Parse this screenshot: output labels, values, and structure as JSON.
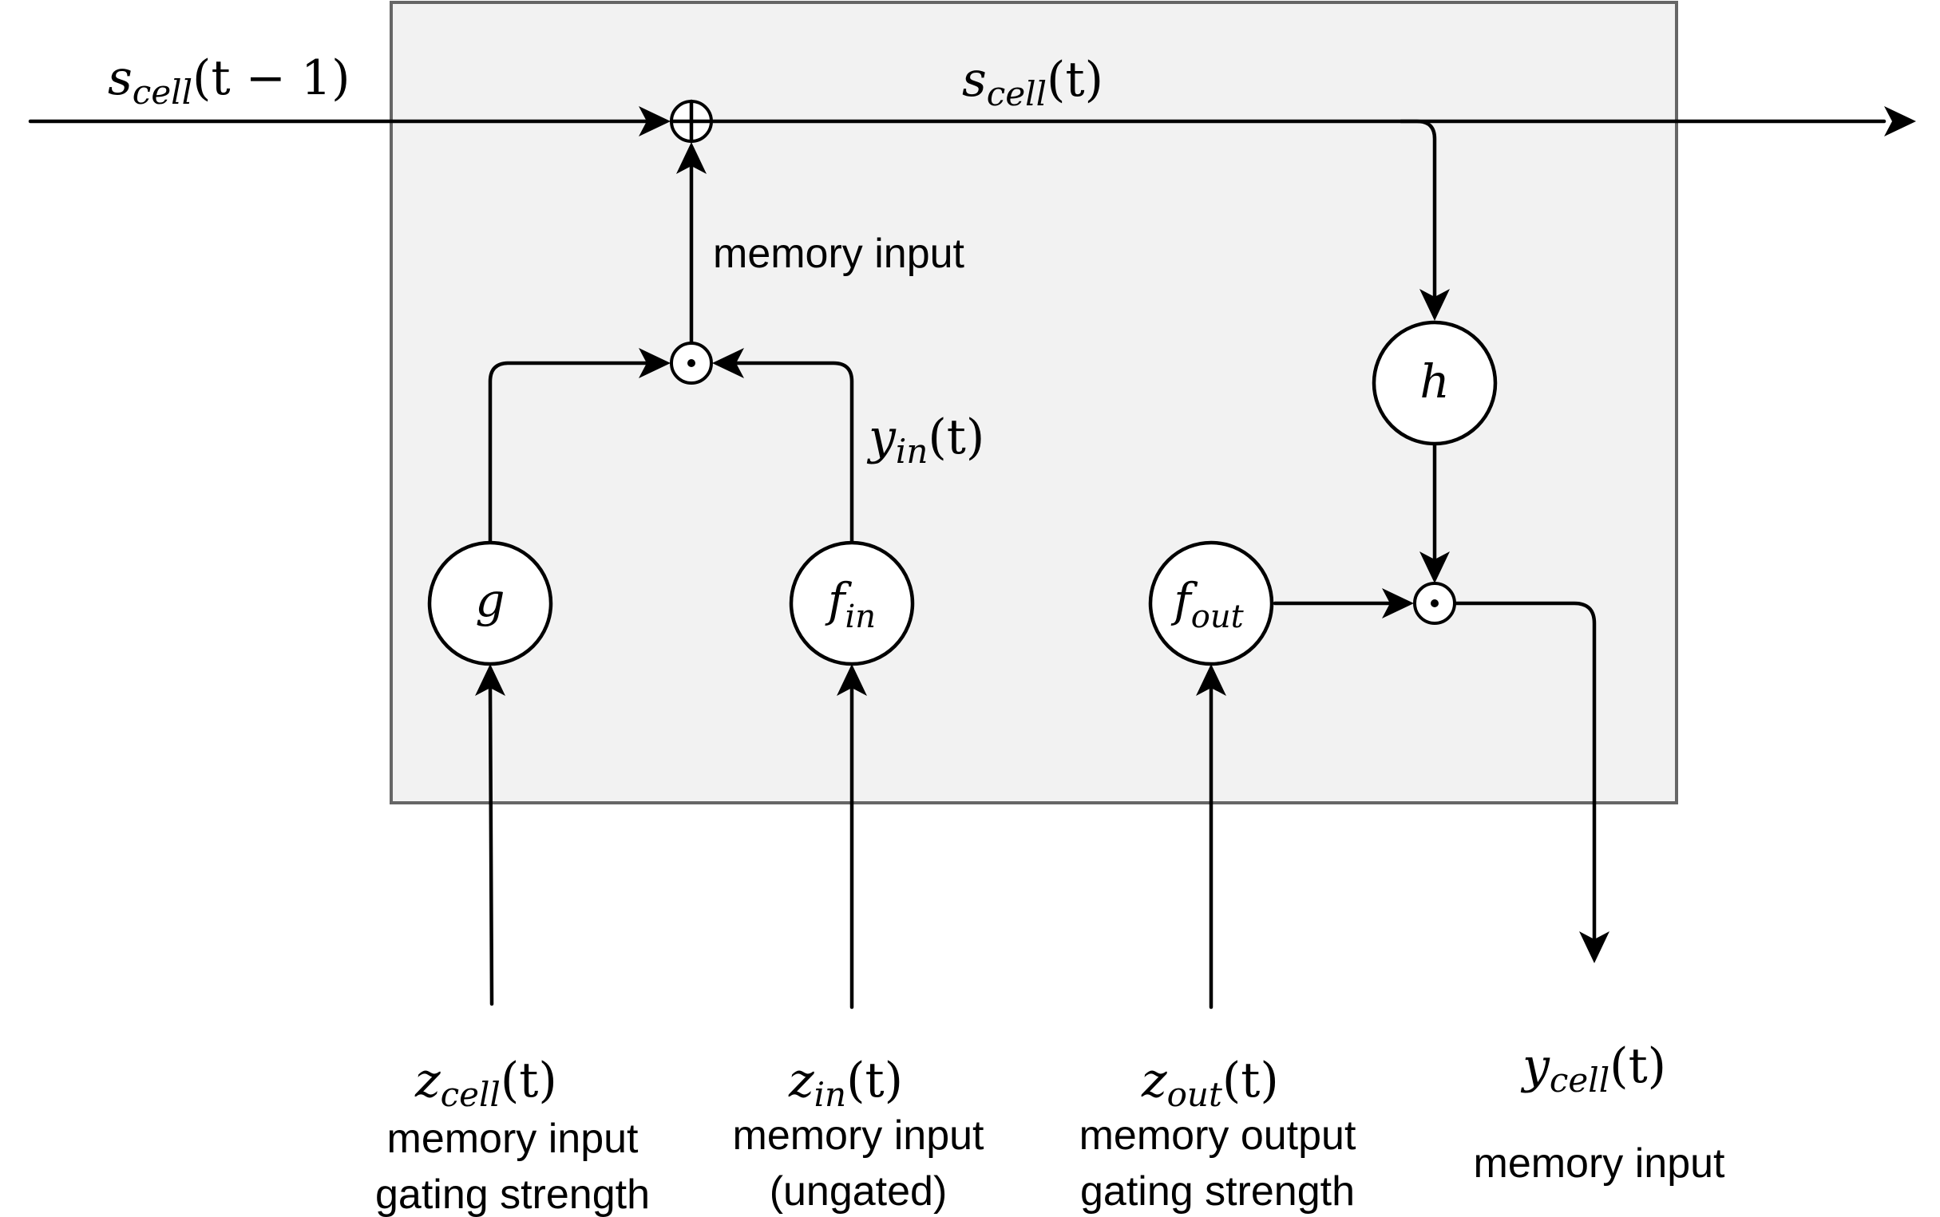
{
  "nodes": {
    "g": "g",
    "f_in": {
      "base": "f",
      "sub": "in"
    },
    "f_out": {
      "base": "f",
      "sub": "out"
    },
    "h": "h"
  },
  "operators": {
    "add": "sum-operator",
    "mul_in": "product-operator",
    "mul_out": "product-operator"
  },
  "signals": {
    "s_prev": {
      "base": "s",
      "sub": "cell",
      "arg": "(t − 1)"
    },
    "s_now": {
      "base": "s",
      "sub": "cell",
      "arg": "(t)"
    },
    "y_in": {
      "base": "y",
      "sub": "in",
      "arg": "(t)"
    },
    "z_cell": {
      "base": "z",
      "sub": "cell",
      "arg": "(t)"
    },
    "z_in": {
      "base": "z",
      "sub": "in",
      "arg": "(t)"
    },
    "z_out": {
      "base": "z",
      "sub": "out",
      "arg": "(t)"
    },
    "y_cell": {
      "base": "y",
      "sub": "cell",
      "arg": "(t)"
    }
  },
  "labels": {
    "memory_input_top": "memory input",
    "z_cell_line1": "memory input",
    "z_cell_line2": "gating strength",
    "z_in_line1": "memory input",
    "z_in_line2": "(ungated)",
    "z_out_line1": "memory output",
    "z_out_line2": "gating strength",
    "y_cell_line1": "memory input"
  },
  "colors": {
    "box_fill": "#f2f2f2",
    "box_stroke": "#666666",
    "line": "#000000"
  }
}
